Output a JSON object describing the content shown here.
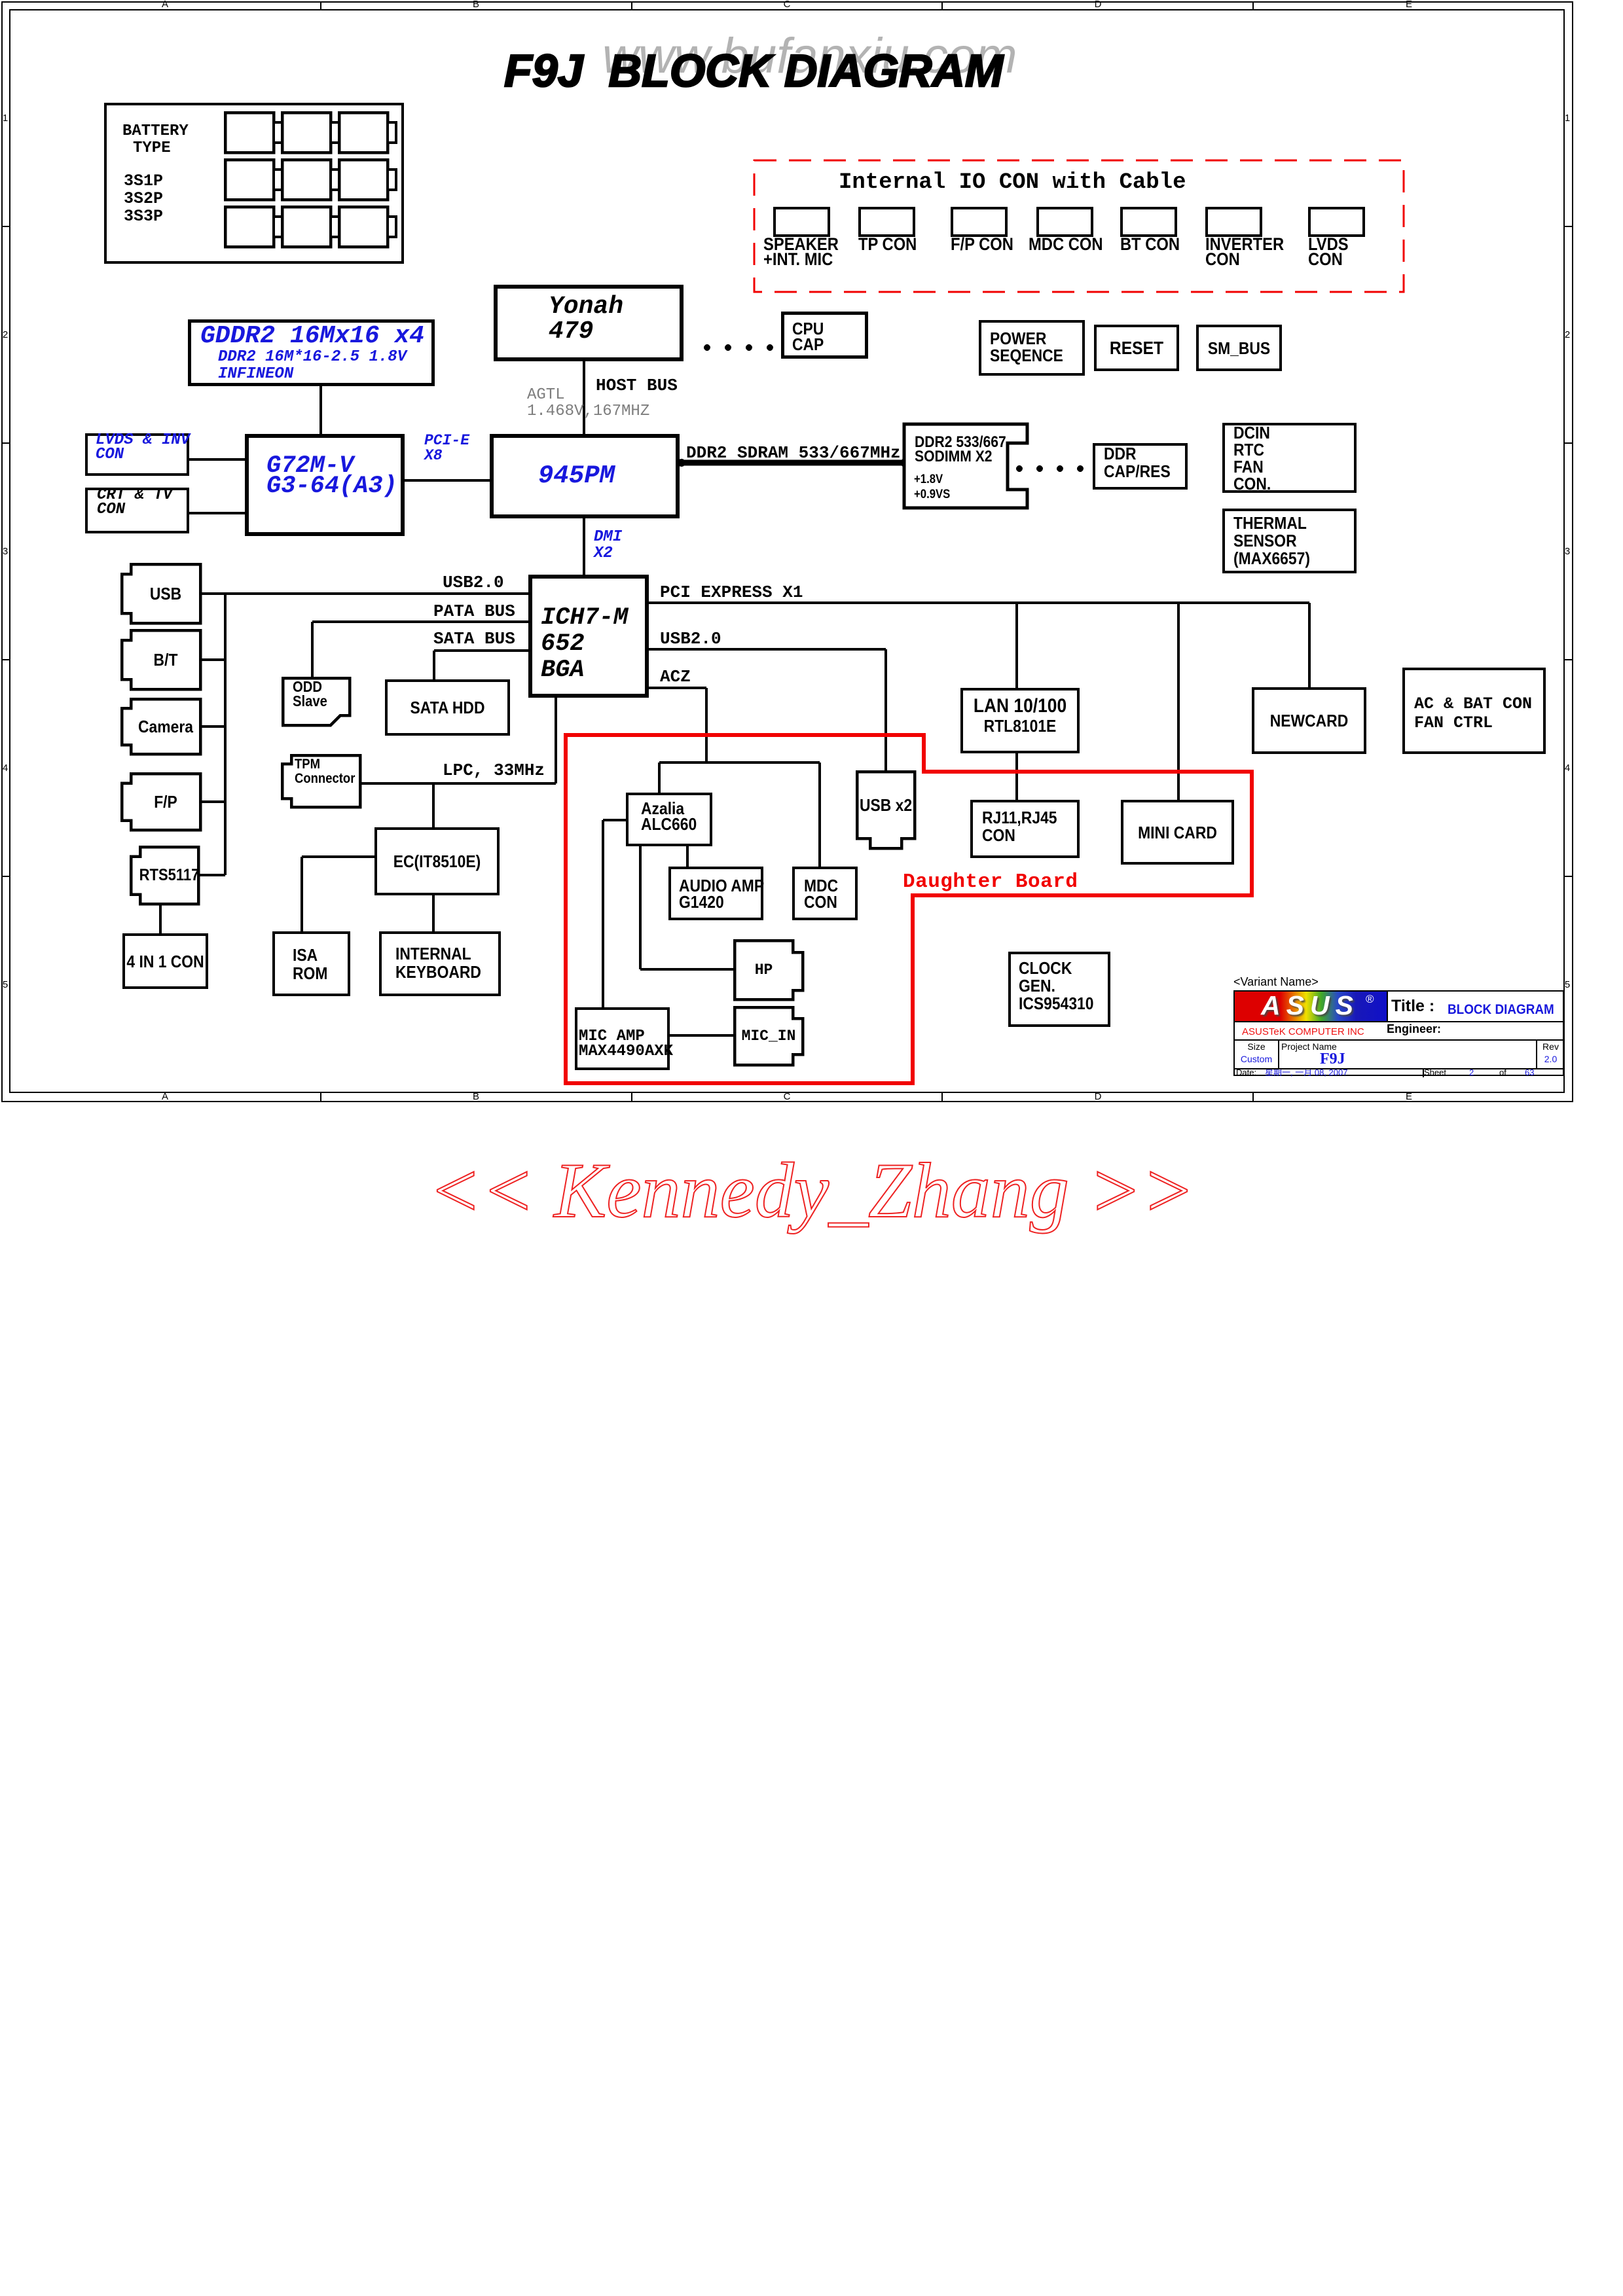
{
  "page": {
    "watermark_site": "www.bufanxiu.com",
    "title": "F9J  BLOCK DIAGRAM",
    "watermark_center": "<< Kennedy_Zhang >>"
  },
  "frame": {
    "cols": [
      "A",
      "B",
      "C",
      "D",
      "E"
    ],
    "rows": [
      "1",
      "2",
      "3",
      "4",
      "5"
    ]
  },
  "battery": {
    "title1": "BATTERY",
    "title2": "TYPE",
    "types": [
      "3S1P",
      "3S2P",
      "3S3P"
    ]
  },
  "io_section": {
    "title": "Internal IO CON with Cable",
    "connectors": [
      {
        "l1": "SPEAKER",
        "l2": "+INT. MIC"
      },
      {
        "l1": "TP CON",
        "l2": ""
      },
      {
        "l1": "F/P CON",
        "l2": ""
      },
      {
        "l1": "MDC CON",
        "l2": ""
      },
      {
        "l1": "BT CON",
        "l2": ""
      },
      {
        "l1": "INVERTER",
        "l2": "CON"
      },
      {
        "l1": "LVDS",
        "l2": "CON"
      }
    ]
  },
  "blocks": {
    "gddr2": {
      "l1": "GDDR2 16Mx16 x4",
      "l2": "DDR2 16M*16-2.5 1.8V",
      "l3": "INFINEON"
    },
    "lvds": {
      "l1": "LVDS & INV",
      "l2": "CON"
    },
    "crt": {
      "l1": "CRT & TV",
      "l2": "CON"
    },
    "g72m": {
      "l1": "G72M-V",
      "l2": "G3-64(A3)"
    },
    "yonah": {
      "l1": "Yonah",
      "l2": "479"
    },
    "pm945": {
      "l1": "945PM"
    },
    "cpucap": {
      "l1": "CPU",
      "l2": "CAP"
    },
    "power": {
      "l1": "POWER",
      "l2": "SEQENCE"
    },
    "reset": {
      "l1": "RESET"
    },
    "smbus": {
      "l1": "SM_BUS"
    },
    "sodimm": {
      "l1": "DDR2 533/667",
      "l2": "SODIMM X2",
      "l3": "+1.8V",
      "l4": "+0.9VS"
    },
    "ddrcap": {
      "l1": "DDR",
      "l2": "CAP/RES"
    },
    "dcin": {
      "l1": "DCIN",
      "l2": "RTC",
      "l3": "FAN",
      "l4": "CON."
    },
    "thermal": {
      "l1": "THERMAL",
      "l2": "SENSOR",
      "l3": "(MAX6657)"
    },
    "ich7": {
      "l1": "ICH7-M",
      "l2": "652",
      "l3": "BGA"
    },
    "usb": {
      "l1": "USB"
    },
    "bt": {
      "l1": "B/T"
    },
    "camera": {
      "l1": "Camera"
    },
    "fp": {
      "l1": "F/P"
    },
    "rts": {
      "l1": "RTS5117"
    },
    "fourin1": {
      "l1": "4 IN 1 CON"
    },
    "odd": {
      "l1": "ODD",
      "l2": "Slave"
    },
    "sata": {
      "l1": "SATA HDD"
    },
    "tpm": {
      "l1": "TPM",
      "l2": "Connector"
    },
    "ec": {
      "l1": "EC(IT8510E)"
    },
    "isarom": {
      "l1": "ISA",
      "l2": "ROM"
    },
    "keyboard": {
      "l1": "INTERNAL",
      "l2": "KEYBOARD"
    },
    "azalia": {
      "l1": "Azalia",
      "l2": "ALC660"
    },
    "audioamp": {
      "l1": "AUDIO AMP",
      "l2": "G1420"
    },
    "mdccon": {
      "l1": "MDC",
      "l2": "CON"
    },
    "usbx2": {
      "l1": "USB x2"
    },
    "hp": {
      "l1": "HP"
    },
    "micin": {
      "l1": "MIC_IN"
    },
    "micamp": {
      "l1": "MIC AMP",
      "l2": "MAX4490AXK"
    },
    "lan": {
      "l1": "LAN 10/100",
      "l2": "RTL8101E"
    },
    "rj11": {
      "l1": "RJ11,RJ45",
      "l2": "CON"
    },
    "minicard": {
      "l1": "MINI CARD"
    },
    "newcard": {
      "l1": "NEWCARD"
    },
    "acbat": {
      "l1": "AC & BAT CON",
      "l2": "FAN CTRL"
    },
    "clockgen": {
      "l1": "CLOCK",
      "l2": "GEN.",
      "l3": "ICS954310"
    }
  },
  "bus_labels": {
    "hostbus": "HOST BUS",
    "agtl1": "AGTL",
    "agtl2": "1.468V,167MHZ",
    "pcie1": "PCI-E",
    "pcie2": "X8",
    "ddr2bus": "DDR2 SDRAM 533/667MHz",
    "dmi1": "DMI",
    "dmi2": "X2",
    "usb20_left": "USB2.0",
    "pata": "PATA BUS",
    "sata": "SATA BUS",
    "pciexpress": "PCI EXPRESS X1",
    "usb20_right": "USB2.0",
    "acz": "ACZ",
    "lpc": "LPC, 33MHz",
    "daughter_board": "Daughter Board"
  },
  "title_block": {
    "variant": "<Variant Name>",
    "logo": "ASUS",
    "registered": "®",
    "title_label": "Title :",
    "title_value": "BLOCK DIAGRAM",
    "company": "ASUSTeK COMPUTER INC",
    "engineer_label": "Engineer:",
    "size_label": "Size",
    "size_value": "Custom",
    "project_label": "Project Name",
    "project_value": "F9J",
    "rev_label": "Rev",
    "rev_value": "2.0",
    "date_label": "Date:",
    "date_value": "星期一, 一月 08, 2007",
    "sheet_label": "Sheet",
    "sheet_number": "2",
    "of_label": "of",
    "sheet_total": "63"
  },
  "colors": {
    "blue": "#1818dd",
    "red": "#f10000",
    "gray_watermark": "#b3b3b3",
    "gray_text": "#7d7d7d",
    "black": "#000000"
  }
}
